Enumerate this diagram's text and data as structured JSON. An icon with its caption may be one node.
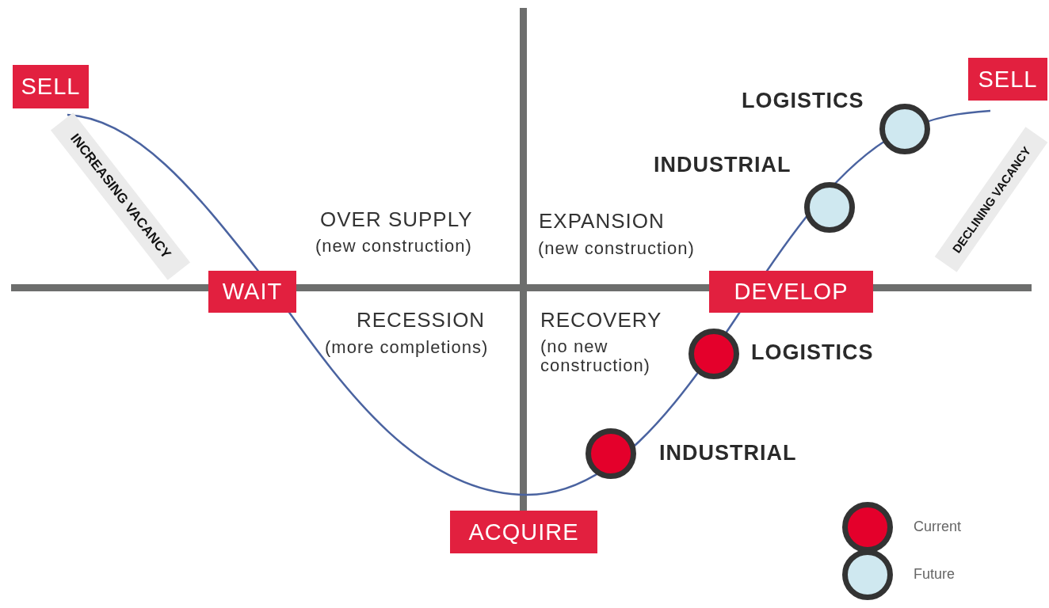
{
  "diagram": {
    "nodes": [
      {
        "text": [
          "SELL"
        ]
      },
      {
        "text": [
          "SELL"
        ]
      },
      {
        "text": [],
        "shape": "circle",
        "beside": [
          "LOGISTICS"
        ]
      },
      {
        "text": [
          "INCREASING VACANCY"
        ]
      },
      {
        "text": [
          "DECLINING VACANCY"
        ]
      },
      {
        "text": [],
        "shape": "circle",
        "beside": [
          "INDUSTRIAL"
        ]
      },
      {
        "text": [
          "WAIT"
        ]
      },
      {
        "text": [
          "DEVELOP"
        ]
      },
      {
        "text": [],
        "shape": "circle",
        "beside": [
          "LOGISTICS"
        ]
      },
      {
        "text": [],
        "shape": "circle",
        "beside": [
          "INDUSTRIAL"
        ]
      },
      {
        "text": [
          "ACQUIRE"
        ]
      }
    ],
    "edges": [],
    "labels": [
      "OVER SUPPLY",
      "(new construction)",
      "EXPANSION",
      "(new construction)",
      "RECESSION",
      "(more completions)",
      "RECOVERY",
      "(no new construction)"
    ],
    "legend": [
      {
        "text": "Current",
        "color": "#e4002b"
      },
      {
        "text": "Future",
        "color": "#cfe8f0"
      }
    ]
  }
}
